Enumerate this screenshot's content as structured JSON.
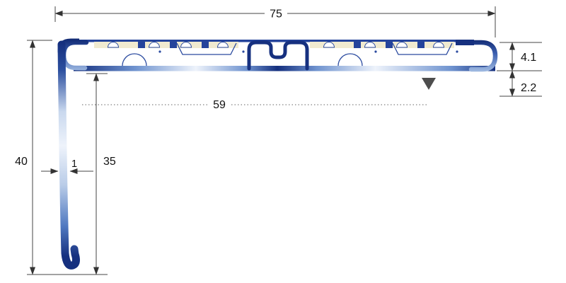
{
  "drawing": {
    "type": "stair-nosing-profile-cross-section",
    "dims": {
      "overall_width": "75",
      "overall_height": "40",
      "inner_width": "59",
      "inner_height": "35",
      "wall_thickness": "1",
      "edge_height": "4.1",
      "edge_drop": "2.2"
    },
    "marker_symbol": "▼",
    "colors": {
      "profile_dark": "#142f7e",
      "profile_mid": "#4f78c0",
      "profile_light": "#eef3fb",
      "insert_cream": "#f0ead0",
      "outline_blue": "#2a4a9f",
      "dimension_line": "#444444",
      "marker_gray": "#4d4d4d",
      "background": "#ffffff"
    }
  }
}
